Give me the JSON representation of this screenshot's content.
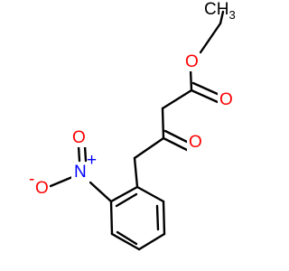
{
  "molecule": {
    "labels": {
      "methyl": "CH",
      "methyl_subscript": "3",
      "ester_oxygen": "O",
      "carbonyl_oxygen_ester": "O",
      "ketone_oxygen": "O",
      "nitro_nitrogen": "N",
      "nitro_plus": "+",
      "nitro_oxygen_top": "O",
      "nitro_oxygen_bottom": "O",
      "nitro_minus": "-"
    },
    "colors": {
      "bond": "#000000",
      "carbon_label": "#000000",
      "oxygen": "#ff0000",
      "nitrogen": "#0000ff",
      "background": "#ffffff"
    }
  }
}
